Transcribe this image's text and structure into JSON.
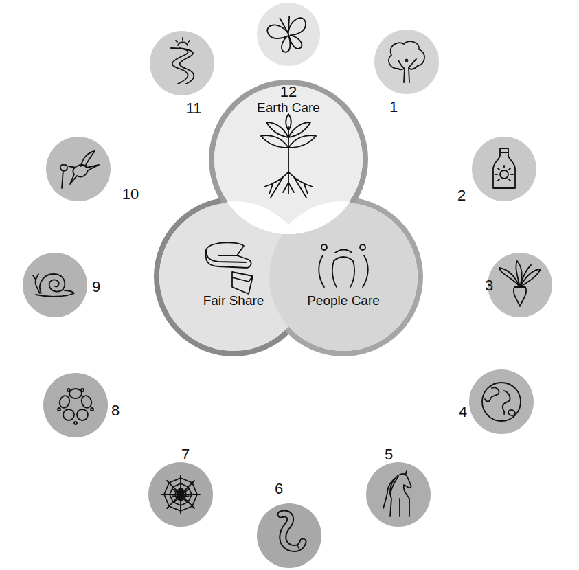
{
  "diagram": {
    "nodes": [
      {
        "text": [
          "Earth Care"
        ]
      },
      {
        "text": [
          "Fair Share"
        ]
      },
      {
        "text": [
          "People Care"
        ]
      }
    ],
    "labels": [
      "1",
      "2",
      "3",
      "4",
      "5",
      "6",
      "7",
      "8",
      "9",
      "10",
      "11",
      "12"
    ]
  }
}
